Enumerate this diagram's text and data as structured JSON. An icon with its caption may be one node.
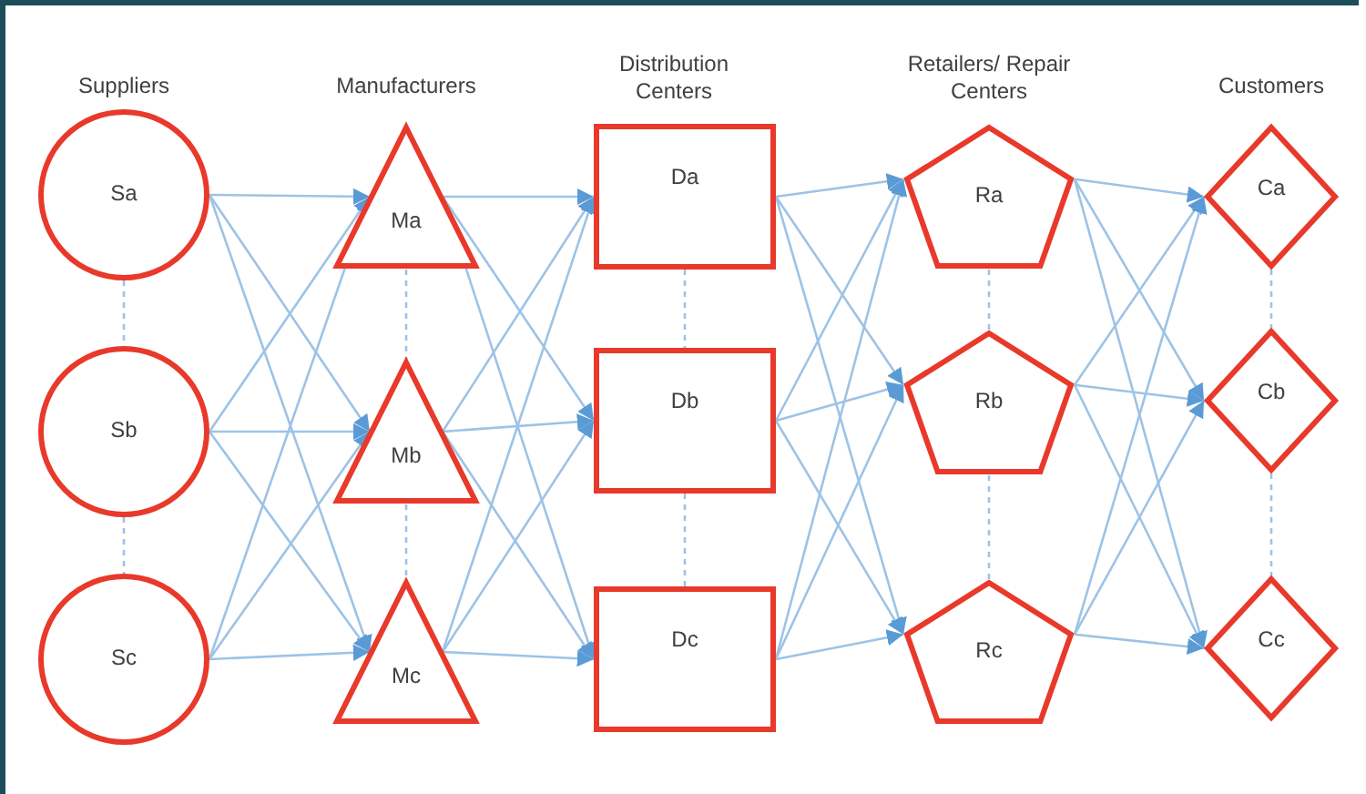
{
  "diagram": {
    "nodes": [
      {
        "text": [
          "Sa"
        ]
      },
      {
        "text": [
          "Sb"
        ]
      },
      {
        "text": [
          "Sc"
        ]
      },
      {
        "text": [
          "Ma"
        ]
      },
      {
        "text": [
          "Mb"
        ]
      },
      {
        "text": [
          "Mc"
        ]
      },
      {
        "text": [
          "Da"
        ]
      },
      {
        "text": [
          "Db"
        ]
      },
      {
        "text": [
          "Dc"
        ]
      },
      {
        "text": [
          "Ra"
        ]
      },
      {
        "text": [
          "Rb"
        ]
      },
      {
        "text": [
          "Rc"
        ]
      },
      {
        "text": [
          "Ca"
        ]
      },
      {
        "text": [
          "Cb"
        ]
      },
      {
        "text": [
          "Cc"
        ]
      }
    ],
    "edges": [
      {
        "from": 0,
        "to": 3,
        "arrow": "to"
      },
      {
        "from": 0,
        "to": 4,
        "arrow": "to"
      },
      {
        "from": 0,
        "to": 5,
        "arrow": "to"
      },
      {
        "from": 1,
        "to": 3,
        "arrow": "to"
      },
      {
        "from": 1,
        "to": 4,
        "arrow": "to"
      },
      {
        "from": 1,
        "to": 5,
        "arrow": "to"
      },
      {
        "from": 2,
        "to": 3,
        "arrow": "to"
      },
      {
        "from": 2,
        "to": 4,
        "arrow": "to"
      },
      {
        "from": 2,
        "to": 5,
        "arrow": "to"
      },
      {
        "from": 3,
        "to": 6,
        "arrow": "to"
      },
      {
        "from": 3,
        "to": 7,
        "arrow": "to"
      },
      {
        "from": 3,
        "to": 8,
        "arrow": "to"
      },
      {
        "from": 4,
        "to": 6,
        "arrow": "to"
      },
      {
        "from": 4,
        "to": 7,
        "arrow": "to"
      },
      {
        "from": 4,
        "to": 8,
        "arrow": "to"
      },
      {
        "from": 5,
        "to": 6,
        "arrow": "to"
      },
      {
        "from": 5,
        "to": 7,
        "arrow": "to"
      },
      {
        "from": 5,
        "to": 8,
        "arrow": "to"
      },
      {
        "from": 6,
        "to": 9,
        "arrow": "to"
      },
      {
        "from": 6,
        "to": 10,
        "arrow": "to"
      },
      {
        "from": 6,
        "to": 11,
        "arrow": "to"
      },
      {
        "from": 7,
        "to": 9,
        "arrow": "to"
      },
      {
        "from": 7,
        "to": 10,
        "arrow": "to"
      },
      {
        "from": 7,
        "to": 11,
        "arrow": "to"
      },
      {
        "from": 8,
        "to": 9,
        "arrow": "to"
      },
      {
        "from": 8,
        "to": 10,
        "arrow": "to"
      },
      {
        "from": 8,
        "to": 11,
        "arrow": "to"
      },
      {
        "from": 9,
        "to": 12,
        "arrow": "to"
      },
      {
        "from": 9,
        "to": 13,
        "arrow": "to"
      },
      {
        "from": 9,
        "to": 14,
        "arrow": "to"
      },
      {
        "from": 10,
        "to": 12,
        "arrow": "to"
      },
      {
        "from": 10,
        "to": 13,
        "arrow": "to"
      },
      {
        "from": 10,
        "to": 14,
        "arrow": "to"
      },
      {
        "from": 11,
        "to": 12,
        "arrow": "to"
      },
      {
        "from": 11,
        "to": 13,
        "arrow": "to"
      },
      {
        "from": 11,
        "to": 14,
        "arrow": "to"
      },
      {
        "from": 0,
        "to": 1,
        "arrow": "none",
        "style": "dashed"
      },
      {
        "from": 1,
        "to": 2,
        "arrow": "none",
        "style": "dashed"
      },
      {
        "from": 3,
        "to": 4,
        "arrow": "none",
        "style": "dashed"
      },
      {
        "from": 4,
        "to": 5,
        "arrow": "none",
        "style": "dashed"
      },
      {
        "from": 6,
        "to": 7,
        "arrow": "none",
        "style": "dashed"
      },
      {
        "from": 7,
        "to": 8,
        "arrow": "none",
        "style": "dashed"
      },
      {
        "from": 9,
        "to": 10,
        "arrow": "none",
        "style": "dashed"
      },
      {
        "from": 10,
        "to": 11,
        "arrow": "none",
        "style": "dashed"
      },
      {
        "from": 12,
        "to": 13,
        "arrow": "none",
        "style": "dashed"
      },
      {
        "from": 13,
        "to": 14,
        "arrow": "none",
        "style": "dashed"
      }
    ],
    "labels": [
      "Suppliers",
      "Manufacturers",
      "Distribution Centers",
      "Retailers/ Repair Centers",
      "Customers"
    ]
  }
}
